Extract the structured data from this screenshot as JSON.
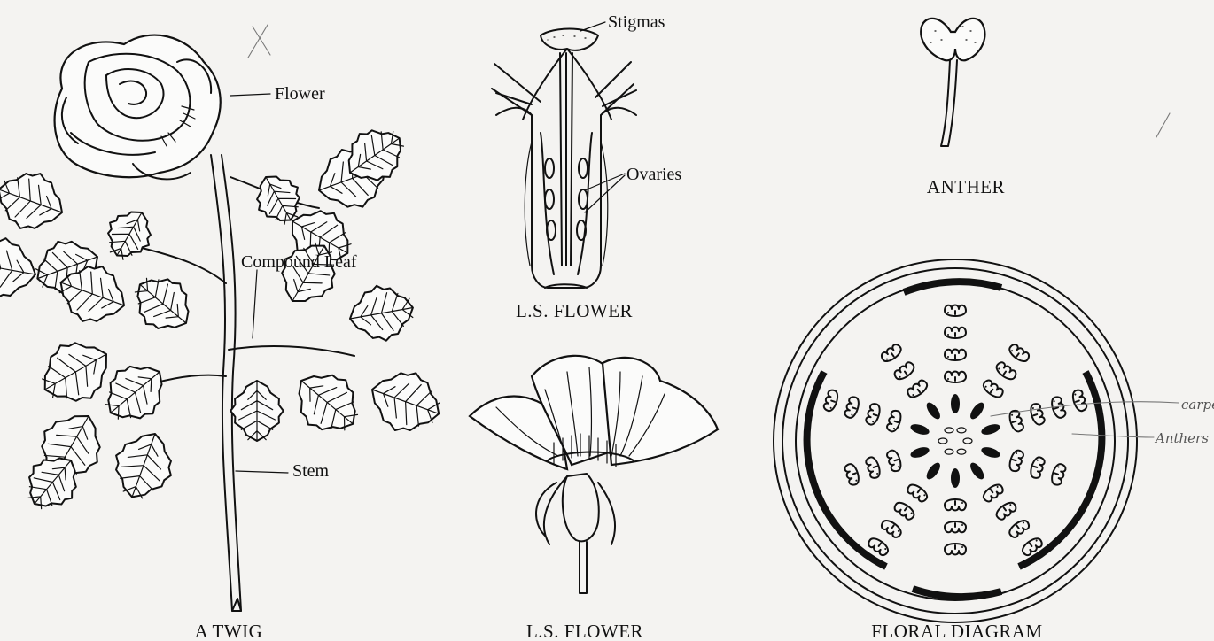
{
  "figures": {
    "twig": {
      "caption": "A TWIG",
      "labels": {
        "flower": "Flower",
        "compound_leaf": "Compound Leaf",
        "stem": "Stem"
      }
    },
    "ls_flower_top": {
      "caption": "L.S. FLOWER",
      "labels": {
        "stigmas": "Stigmas",
        "ovaries": "Ovaries"
      }
    },
    "ls_flower_bottom": {
      "caption": "L.S. FLOWER"
    },
    "anther": {
      "caption": "ANTHER"
    },
    "floral_diagram": {
      "caption": "FLORAL DIAGRAM",
      "handwritten_labels": {
        "carpel": "carpel",
        "anthers": "Anthers"
      }
    }
  },
  "colors": {
    "ink": "#111111",
    "paper": "#f4f3f1",
    "pencil": "#777777"
  }
}
